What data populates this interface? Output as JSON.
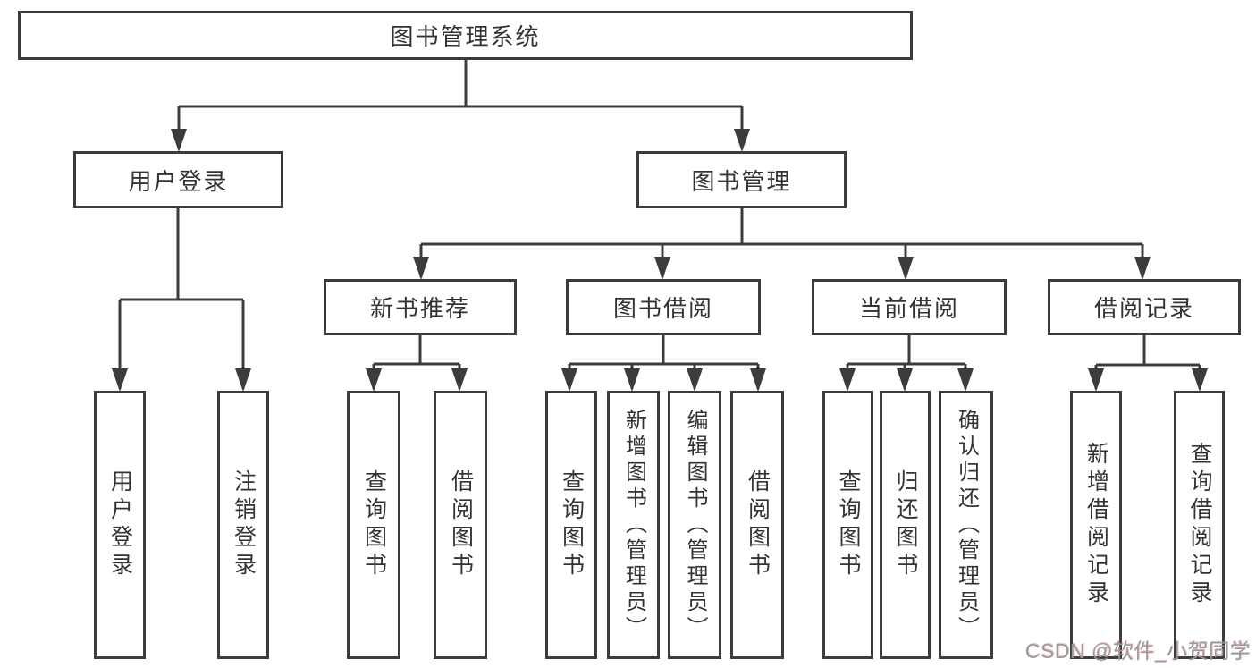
{
  "tree": {
    "label": "图书管理系统",
    "children": [
      {
        "label": "用户登录",
        "children": [
          {
            "label": "用户登录"
          },
          {
            "label": "注销登录"
          }
        ]
      },
      {
        "label": "图书管理",
        "children": [
          {
            "label": "新书推荐",
            "children": [
              {
                "label": "查询图书"
              },
              {
                "label": "借阅图书"
              }
            ]
          },
          {
            "label": "图书借阅",
            "children": [
              {
                "label": "查询图书"
              },
              {
                "label": "新增图书（管理员）"
              },
              {
                "label": "编辑图书（管理员）"
              },
              {
                "label": "借阅图书"
              }
            ]
          },
          {
            "label": "当前借阅",
            "children": [
              {
                "label": "查询图书"
              },
              {
                "label": "归还图书"
              },
              {
                "label": "确认归还（管理员）"
              }
            ]
          },
          {
            "label": "借阅记录",
            "children": [
              {
                "label": "新增借阅记录"
              },
              {
                "label": "查询借阅记录"
              }
            ]
          }
        ]
      }
    ]
  },
  "watermark": {
    "text": "CSDN @软件_小贺同学"
  },
  "colors": {
    "canvas-bg": "#ffffff",
    "box-bg": "#ffffff",
    "box-border": "#3c3c3c",
    "line": "#3c3c3c",
    "text": "#333333",
    "watermark": "#9a9a9a"
  }
}
